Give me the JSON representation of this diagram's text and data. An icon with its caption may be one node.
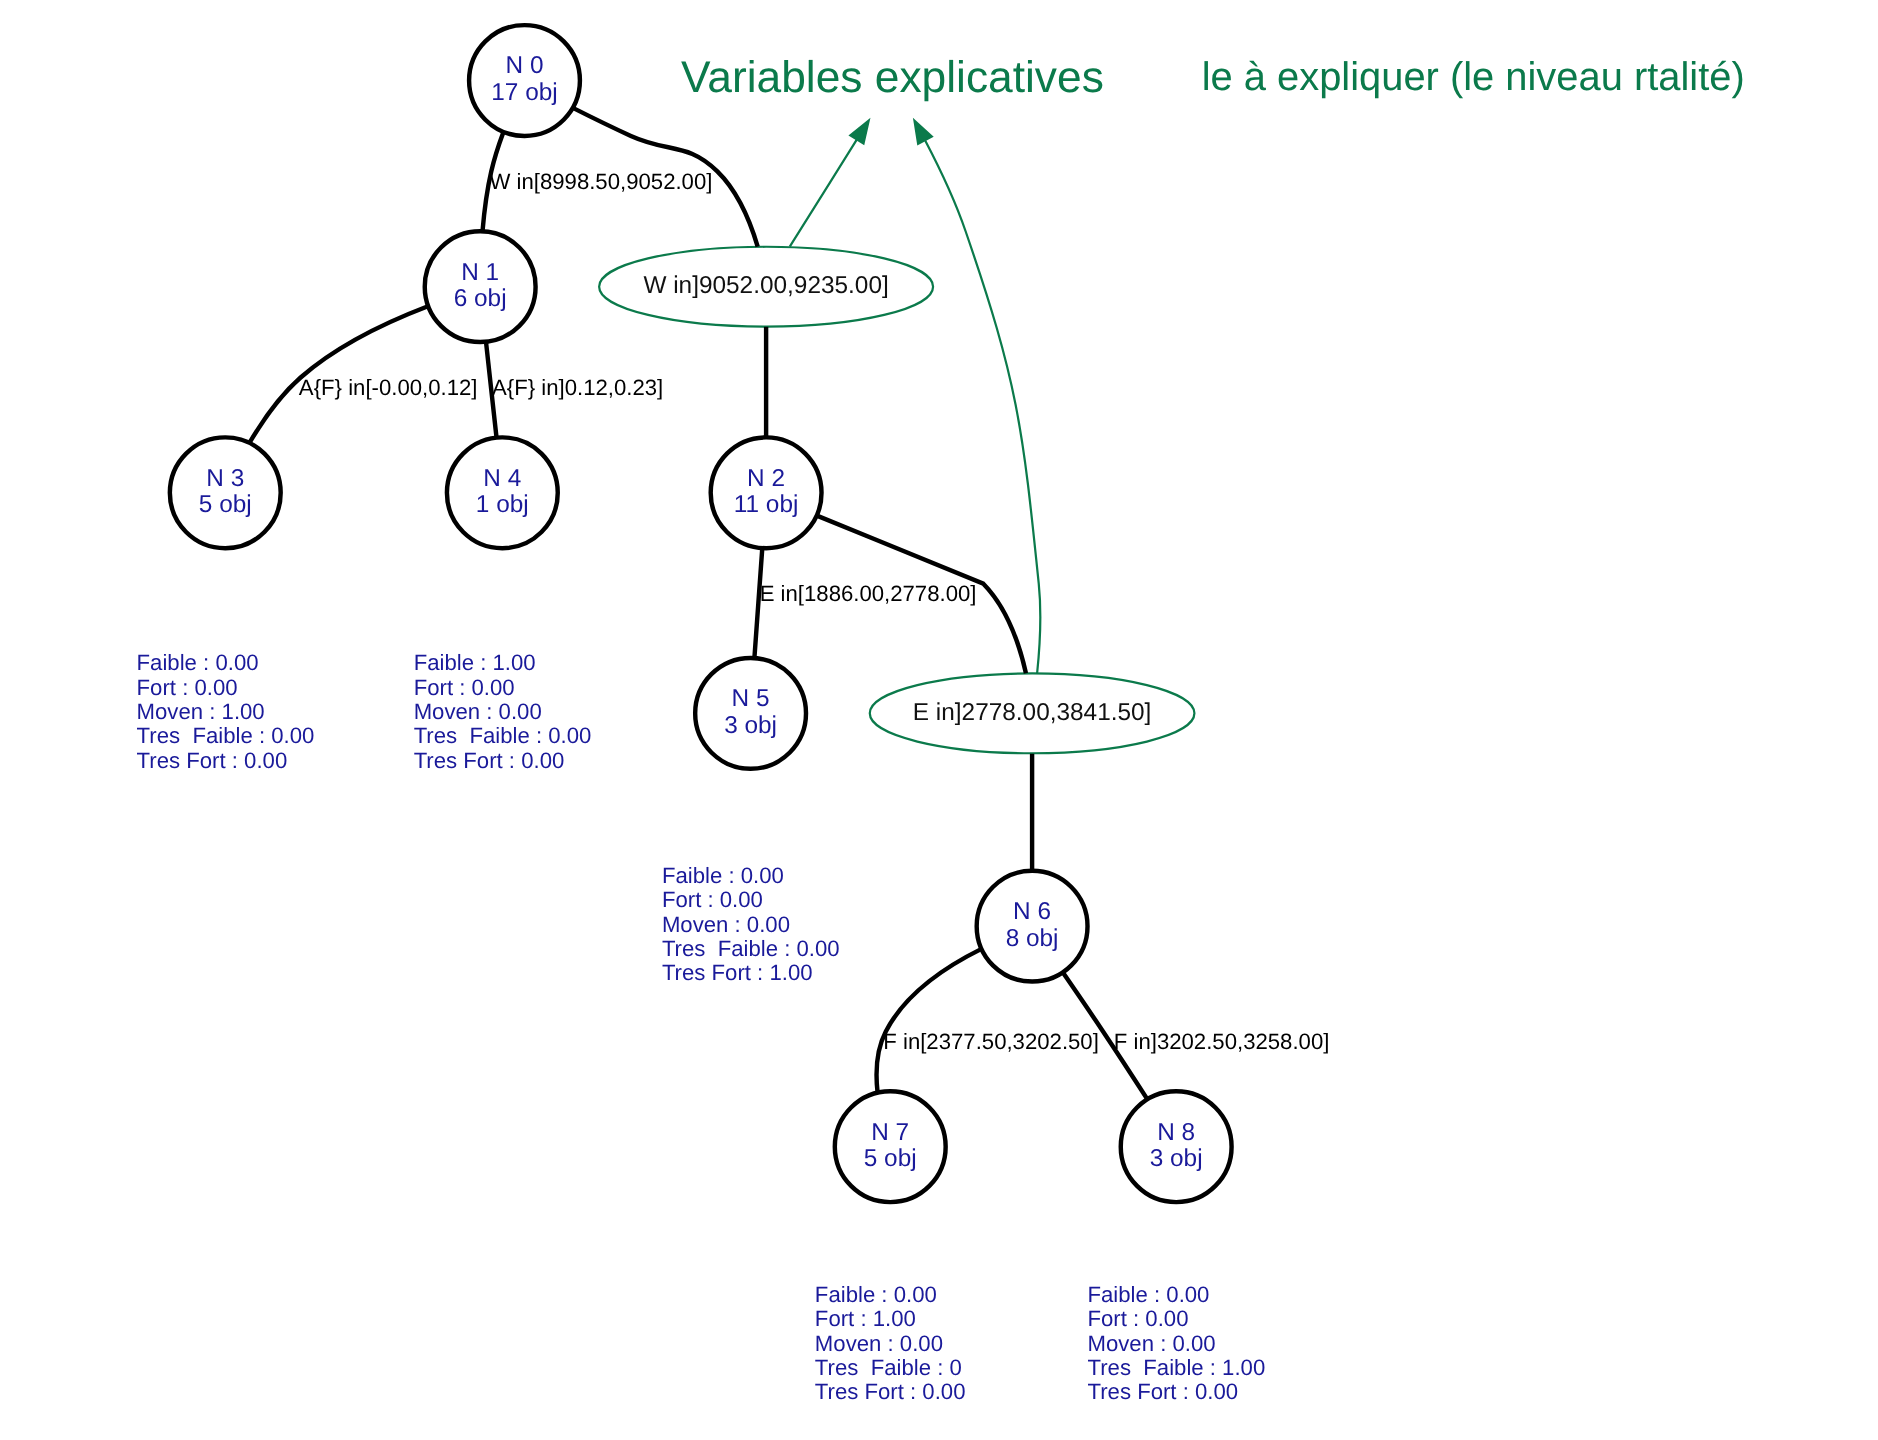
{
  "diagram": {
    "nodes": [
      {
        "text": [
          "N 0",
          "17 obj"
        ]
      },
      {
        "text": [
          "N 1",
          "6 obj"
        ]
      },
      {
        "text": [
          "N 2",
          "11 obj"
        ]
      },
      {
        "text": [
          "N 3",
          "5 obj"
        ],
        "beside": [
          "Faible : 0.00",
          "Fort : 0.00",
          "Moven : 1.00",
          "Tres  Faible : 0.00",
          "Tres Fort : 0.00"
        ]
      },
      {
        "text": [
          "N 4",
          "1 obj"
        ],
        "beside": [
          "Faible : 1.00",
          "Fort : 0.00",
          "Moven : 0.00",
          "Tres  Faible : 0.00",
          "Tres Fort : 0.00"
        ]
      },
      {
        "text": [
          "N 5",
          "3 obj"
        ],
        "beside": [
          "Faible : 0.00",
          "Fort : 0.00",
          "Moven : 0.00",
          "Tres  Faible : 0.00",
          "Tres Fort : 1.00"
        ]
      },
      {
        "text": [
          "N 6",
          "8 obj"
        ]
      },
      {
        "text": [
          "N 7",
          "5 obj"
        ],
        "beside": [
          "Faible : 0.00",
          "Fort : 1.00",
          "Moven : 0.00",
          "Tres  Faible : 0",
          "Tres Fort : 0.00"
        ]
      },
      {
        "text": [
          "N 8",
          "3 obj"
        ],
        "beside": [
          "Faible : 0.00",
          "Fort : 0.00",
          "Moven : 0.00",
          "Tres  Faible : 1.00",
          "Tres Fort : 0.00"
        ]
      },
      {
        "text": [
          "W in]9052.00,9235.00]"
        ]
      },
      {
        "text": [
          "E in]2778.00,3841.50]"
        ]
      },
      {
        "text": [
          "Variables explicatives"
        ]
      }
    ],
    "edges": [
      {
        "from": 0,
        "to": 1,
        "arrow": "none",
        "label": "W in[8998.50,9052.00]"
      },
      {
        "from": 0,
        "to": 9,
        "arrow": "none"
      },
      {
        "from": 9,
        "to": 2,
        "arrow": "none"
      },
      {
        "from": 1,
        "to": 3,
        "arrow": "none",
        "label": "A{F} in[-0.00,0.12]"
      },
      {
        "from": 1,
        "to": 4,
        "arrow": "none",
        "label": "A{F} in]0.12,0.23]"
      },
      {
        "from": 2,
        "to": 5,
        "arrow": "none",
        "label": "E in[1886.00,2778.00]"
      },
      {
        "from": 2,
        "to": 10,
        "arrow": "none"
      },
      {
        "from": 10,
        "to": 6,
        "arrow": "none"
      },
      {
        "from": 6,
        "to": 7,
        "arrow": "none",
        "label": "F in[2377.50,3202.50]"
      },
      {
        "from": 6,
        "to": 8,
        "arrow": "none",
        "label": "F in]3202.50,3258.00]"
      },
      {
        "from": 9,
        "to": 11,
        "arrow": "to",
        "color": "#0b7a4b"
      },
      {
        "from": 10,
        "to": 11,
        "arrow": "to",
        "color": "#0b7a4b"
      }
    ],
    "labels": [
      "le à expliquer (le niveau rtalité)"
    ]
  }
}
